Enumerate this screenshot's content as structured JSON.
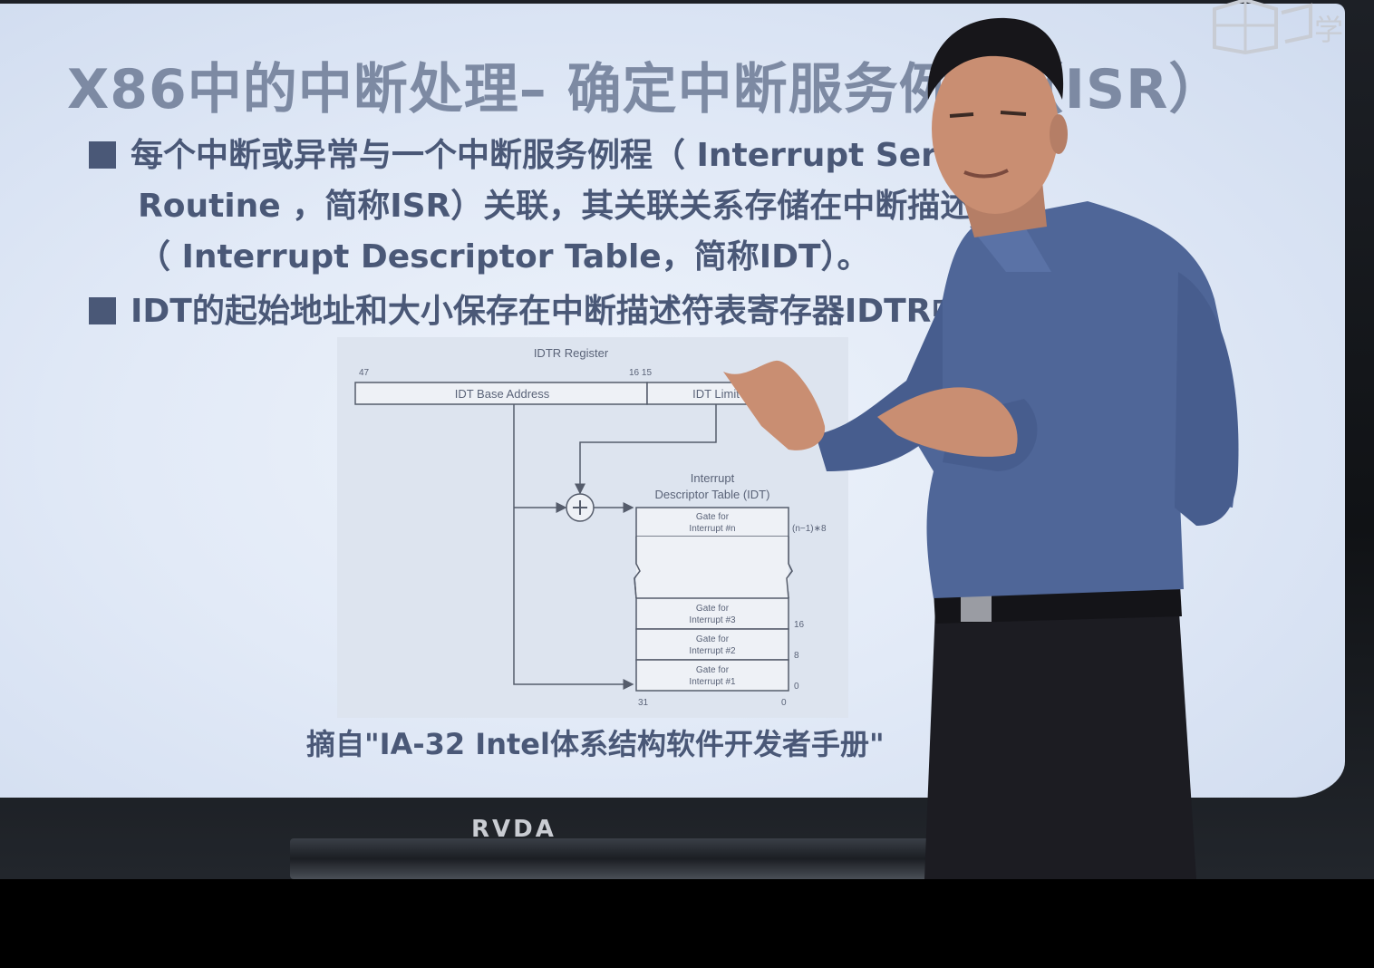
{
  "slide": {
    "title": "X86中的中断处理– 确定中断服务例程（ISR）",
    "bullets": [
      {
        "lines": [
          "每个中断或异常与一个中断服务例程（ Interrupt Service",
          "Routine ，简称ISR）关联，其关联关系存储在中断描述符表",
          "（ Interrupt Descriptor Table，简称IDT）。"
        ]
      },
      {
        "lines": [
          "IDT的起始地址和大小保存在中断描述符表寄存器IDTR中。"
        ]
      }
    ],
    "caption": "摘自\"IA-32 Intel体系结构软件开发者手册\""
  },
  "diagram": {
    "register_title": "IDTR Register",
    "bit_47": "47",
    "bit_16_15": "16  15",
    "bit_0": "0",
    "base_label": "IDT Base Address",
    "limit_label": "IDT Limit",
    "idt_title_1": "Interrupt",
    "idt_title_2": "Descriptor Table (IDT)",
    "gates": [
      {
        "line1": "Gate for",
        "line2": "Interrupt #n",
        "offset": "(n−1)∗8"
      },
      {
        "line1": "Gate for",
        "line2": "Interrupt #3",
        "offset": "16"
      },
      {
        "line1": "Gate for",
        "line2": "Interrupt #2",
        "offset": "8"
      },
      {
        "line1": "Gate for",
        "line2": "Interrupt #1",
        "offset": "0"
      }
    ],
    "bit_31": "31",
    "bit_0_bottom": "0"
  },
  "tv": {
    "brand": "RVDA"
  },
  "logo": {
    "char": "学"
  },
  "colors": {
    "slide_bg": "#e2eaf7",
    "title": "#7d8aa3",
    "text": "#4a5877",
    "shirt": "#4f6698",
    "pants": "#1c1c22",
    "skin": "#c98e72"
  }
}
